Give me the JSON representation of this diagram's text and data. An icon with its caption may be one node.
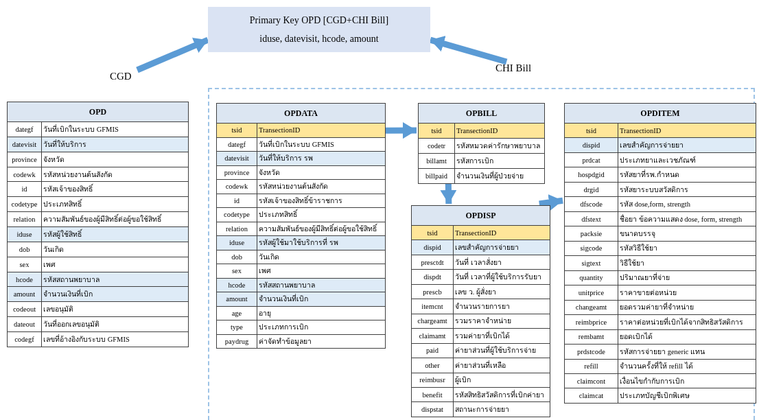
{
  "diagram": {
    "nodes": [
      {
        "text": [
          "Primary Key OPD [CGD+CHI Bill]",
          "iduse, datevisit, hcode, amount"
        ]
      },
      {
        "text": [
          "CGD"
        ]
      },
      {
        "text": [
          "CHI Bill"
        ]
      },
      {
        "text": [
          "OPD",
          "dategf",
          "วันที่เบิกในระบบ GFMIS",
          "datevisit",
          "วันที่ให้บริการ",
          "province",
          "จังหวัด",
          "codewk",
          "รหัสหน่วยงานต้นสังกัด",
          "id",
          "รหัสเจ้าของสิทธิ์",
          "codetype",
          "ประเภทสิทธิ์",
          "relation",
          "ความสัมพันธ์ของผู้มีสิทธิ์ต่อผู้ขอใช้สิทธิ์",
          "iduse",
          "รหัสผู้ใช้สิทธิ์",
          "dob",
          "วันเกิด",
          "sex",
          "เพศ",
          "hcode",
          "รหัสสถานพยาบาล",
          "amount",
          "จำนวนเงินที่เบิก",
          "codeout",
          "เลขอนุมัติ",
          "dateout",
          "วันที่ออกเลขอนุมัติ",
          "codegf",
          "เลขที่อ้างอิงกับระบบ GFMIS"
        ]
      },
      {
        "text": [],
        "shape": "box"
      },
      {
        "text": [
          "OPDATA",
          "tsid",
          "TransectionID",
          "dategf",
          "วันที่เบิกในระบบ GFMIS",
          "datevisit",
          "วันที่ให้บริการ รพ",
          "province",
          "จังหวัด",
          "codewk",
          "รหัสหน่วยงานต้นสังกัด",
          "id",
          "รหัสเจ้าของสิทธิ์ข้าราชการ",
          "codetype",
          "ประเภทสิทธิ์",
          "relation",
          "ความสัมพันธ์ของผู้มีสิทธิ์ต่อผู้ขอใช้สิทธิ์",
          "iduse",
          "รหัสผู้ใช้มาใช้บริการที่ รพ",
          "dob",
          "วันเกิด",
          "sex",
          "เพศ",
          "hcode",
          "รหัสสถานพยาบาล",
          "amount",
          "จำนวนเงินที่เบิก",
          "age",
          "อายุ",
          "type",
          "ประเภทการเบิก",
          "paydrug",
          "ค่าจัดทำข้อมูลยา"
        ],
        "in": 4
      },
      {
        "text": [
          "OPBILL",
          "tsid",
          "TransectionID",
          "codetr",
          "รหัสหมวดค่ารักษาพยาบาล",
          "billamt",
          "รหัสการเบิก",
          "billpaid",
          "จำนวนเงินที่ผู้ป่วยจ่าย"
        ],
        "in": 4
      },
      {
        "text": [
          "OPDISP",
          "tsid",
          "TransectionID",
          "dispid",
          "เลขสำคัญการจ่ายยา",
          "presctdt",
          "วันที่ เวลาสั่งยา",
          "dispdt",
          "วันที่ เวลาที่ผู้ใช้บริการรับยา",
          "prescb",
          "เลข ว. ผู้สั่งยา",
          "itemcnt",
          "จำนวนรายการยา",
          "chargeamt",
          "รวมราคาจำหน่าย",
          "claimamt",
          "รวมค่ายาที่เบิกได้",
          "paid",
          "ค่ายาส่วนที่ผู้ใช้บริการจ่าย",
          "other",
          "ค่ายาส่วนที่เหลือ",
          "reimbusr",
          "ผู้เบิก",
          "benefit",
          "รหัสสิทธิสวัสดิการที่เบิกค่ายา",
          "dispstat",
          "สถานะการจ่ายยา"
        ],
        "in": 4
      },
      {
        "text": [
          "OPDITEM",
          "tsid",
          "TransectionID",
          "dispid",
          "เลขสำคัญการจ่ายยา",
          "prdcat",
          "ประเภทยาและเวชภัณฑ์",
          "hospdgid",
          "รหัสยาที่รพ.กำหนด",
          "drgid",
          "รหัสยาระบบสวัสดิการ",
          "dfscode",
          "รหัส dose,form, strength",
          "dfstext",
          "ชื่อยา ข้อความแสดง dose, form, strength",
          "packsie",
          "ขนาดบรรจุ",
          "sigcode",
          "รหัสวิธีใช้ยา",
          "sigtext",
          "วิธีใช้ยา",
          "quantity",
          "ปริมาณยาที่จ่าย",
          "unitprice",
          "ราคาขายต่อหน่วย",
          "changeamt",
          "ยอดรวมค่ายาที่จำหน่าย",
          "reimbprice",
          "ราคาต่อหน่วยที่เบิกได้จากสิทธิสวัสดิการ",
          "rembamt",
          "ยอดเบิกได้",
          "prdstcode",
          "รหัสการจ่ายยา generic แทน",
          "refill",
          "จำนวนครั้งที่ให้ refill ได้",
          "claimcont",
          "เงื่อนไขกำกับการเบิก",
          "claimcat",
          "ประเภทบัญชีเบิกพิเศษ"
        ],
        "in": 4
      }
    ],
    "edges": [
      {
        "from": 1,
        "to": 0,
        "arrow": "to"
      },
      {
        "from": 2,
        "to": 0,
        "arrow": "to"
      },
      {
        "from": 5,
        "to": 6,
        "arrow": "to"
      },
      {
        "from": 6,
        "to": 7,
        "arrow": "to"
      },
      {
        "from": 7,
        "to": 8,
        "arrow": "to"
      }
    ]
  }
}
